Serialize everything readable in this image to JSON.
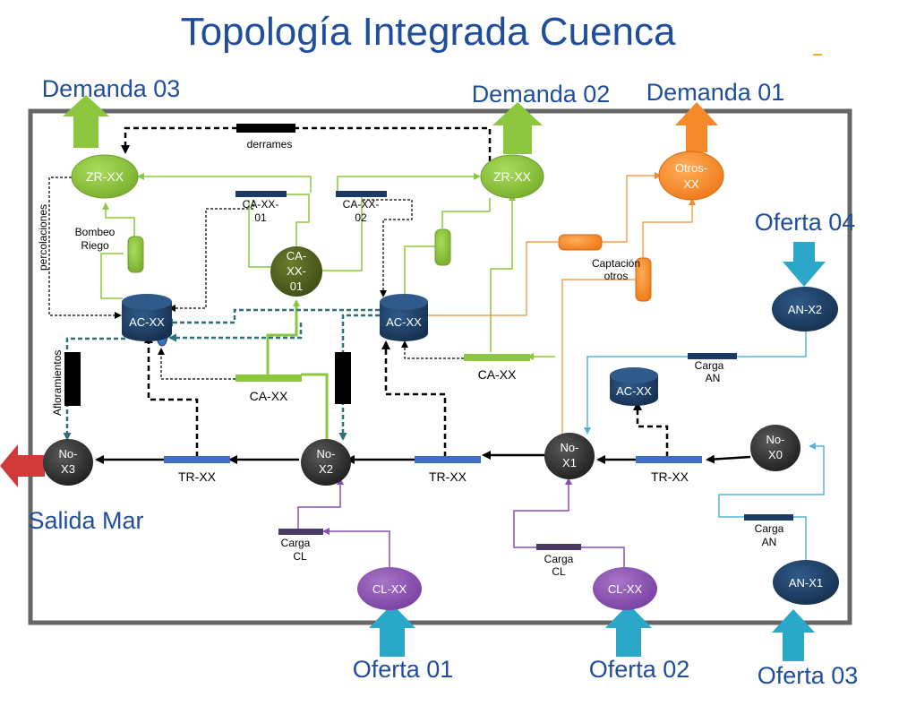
{
  "title": "Topología Integrada Cuenca",
  "colors": {
    "title": "#1f4e9c",
    "frame": "#555555",
    "green": "#8dc63f",
    "green_dark": "#6f9f2a",
    "olive": "#4f5f1e",
    "orange": "#f58a2a",
    "blue_node": "#1e3a5f",
    "dark_node": "#333333",
    "purple": "#8a4fb0",
    "arrow_blue": "#2aa7c9",
    "arrow_red": "#d23a3a",
    "teal": "#2e6f7a",
    "cyan_line": "#55b4d6",
    "bar_blue": "#3d6fc2",
    "bar_navy": "#1d3a66",
    "bar_purple": "#4a3a66"
  },
  "edge_labels": {
    "demanda03": "Demanda 03",
    "demanda02": "Demanda 02",
    "demanda01": "Demanda 01",
    "oferta04": "Oferta 04",
    "oferta01": "Oferta 01",
    "oferta02": "Oferta 02",
    "oferta03": "Oferta 03",
    "salida_mar": "Salida Mar"
  },
  "nodes": {
    "zr_left": "ZR-XX",
    "zr_right": "ZR-XX",
    "otros": [
      "Otros-",
      "XX"
    ],
    "ca_center": [
      "CA-",
      "XX-",
      "01"
    ],
    "ac_left": "AC-XX",
    "ac_mid": "AC-XX",
    "ac_right": "AC-XX",
    "an_x2": "AN-X2",
    "an_x1": "AN-X1",
    "no_x3": [
      "No-",
      "X3"
    ],
    "no_x2": [
      "No-",
      "X2"
    ],
    "no_x1": [
      "No-",
      "X1"
    ],
    "no_x0": [
      "No-",
      "X0"
    ],
    "cl_left": "CL-XX",
    "cl_right": "CL-XX"
  },
  "labels": {
    "derrames": "derrames",
    "ca_xx_01": [
      "CA-XX-",
      "01"
    ],
    "ca_xx_02": [
      "CA-XX-",
      "02"
    ],
    "bombeo_riego": [
      "Bombeo",
      "Riego"
    ],
    "percolaciones": "percolaciones",
    "afloramientos": "Afloramientos",
    "captacion_otros": [
      "Captación",
      "otros"
    ],
    "ca_xx_left": "CA-XX",
    "ca_xx_right": "CA-XX",
    "tr_xx_1": "TR-XX",
    "tr_xx_2": "TR-XX",
    "tr_xx_3": "TR-XX",
    "carga_an_1": [
      "Carga",
      "AN"
    ],
    "carga_an_2": [
      "Carga",
      "AN"
    ],
    "carga_cl_1": [
      "Carga",
      "CL"
    ],
    "carga_cl_2": [
      "Carga",
      "CL"
    ]
  }
}
